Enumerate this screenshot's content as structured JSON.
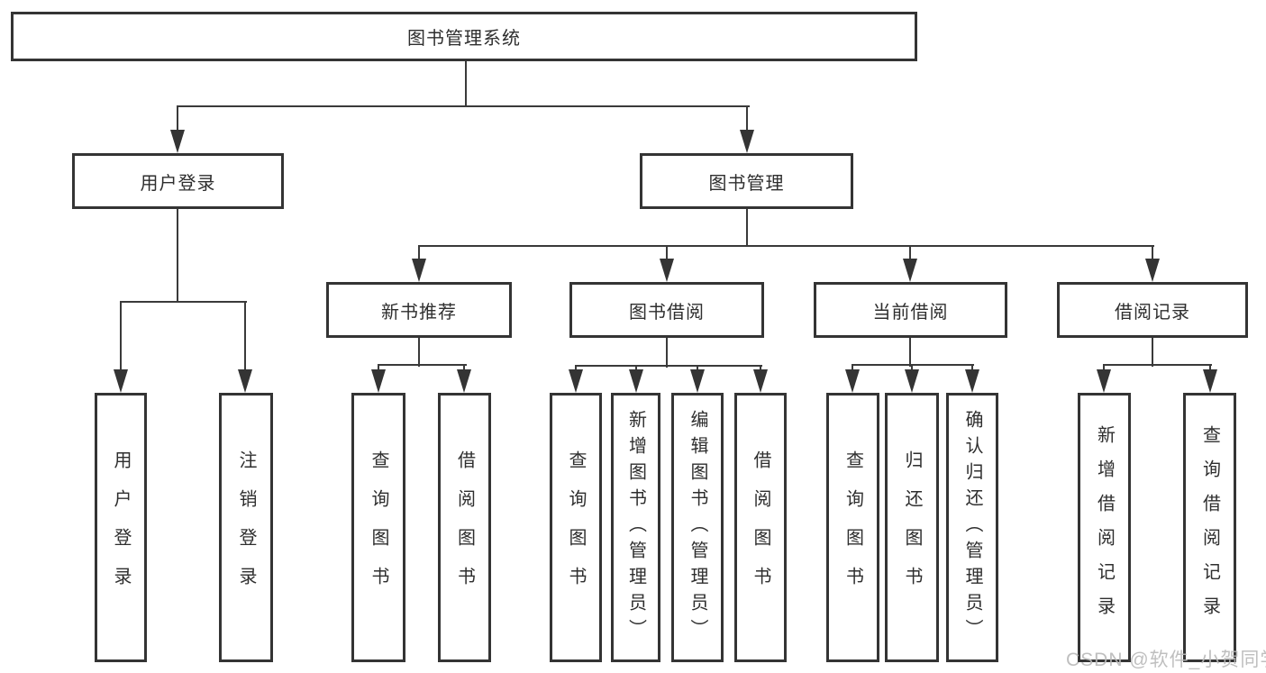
{
  "diagram": {
    "title_node": {
      "label": "图书管理系统"
    },
    "line_color": "#3a3a3a",
    "branches": [
      {
        "label": "用户登录",
        "children": [
          {
            "label": "用户登录"
          },
          {
            "label": "注销登录"
          }
        ]
      },
      {
        "label": "图书管理",
        "children": [
          {
            "label": "新书推荐",
            "children": [
              {
                "label": "查询图书"
              },
              {
                "label": "借阅图书"
              }
            ]
          },
          {
            "label": "图书借阅",
            "children": [
              {
                "label": "查询图书"
              },
              {
                "label": "新增图书（管理员）"
              },
              {
                "label": "编辑图书（管理员）"
              },
              {
                "label": "借阅图书"
              }
            ]
          },
          {
            "label": "当前借阅",
            "children": [
              {
                "label": "查询图书"
              },
              {
                "label": "归还图书"
              },
              {
                "label": "确认归还（管理员）"
              }
            ]
          },
          {
            "label": "借阅记录",
            "children": [
              {
                "label": "新增借阅记录"
              },
              {
                "label": "查询借阅记录"
              }
            ]
          }
        ]
      }
    ]
  },
  "watermark": {
    "text": "CSDN @软件_小贺同学",
    "color": "#b9b9b9"
  }
}
